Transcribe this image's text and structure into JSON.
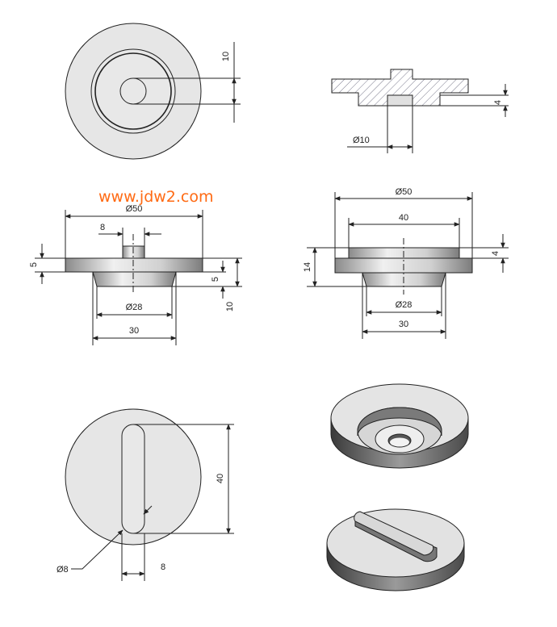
{
  "watermark": "www.jdw2.com",
  "colors": {
    "line": "#222222",
    "face": "#e6e6e6",
    "watermark": "#ff6a13",
    "hatch": "#7a7a8c"
  },
  "view_top_left": {
    "dim_height": "10"
  },
  "view_section": {
    "dim_right": "4",
    "dim_bottom": "Ø10"
  },
  "view_front_left": {
    "dim_top_dia": "Ø50",
    "dim_top_width": "8",
    "dim_left_height": "5",
    "dim_right_upper": "5",
    "dim_right_lower": "10",
    "dim_bottom_dia": "Ø28",
    "dim_bottom_width": "30"
  },
  "view_front_right": {
    "dim_top_dia": "Ø50",
    "dim_top_width": "40",
    "dim_right_height": "4",
    "dim_left_height": "14",
    "dim_bottom_dia": "Ø28",
    "dim_bottom_width": "30"
  },
  "view_bottom_left": {
    "dim_height": "40",
    "dim_dia": "Ø8",
    "dim_width": "8"
  },
  "views": [
    "top-view-upper-left",
    "section-view-upper-right",
    "front-view-mid-left",
    "front-view-mid-right",
    "top-view-lower-left",
    "iso-view-upper",
    "iso-view-lower"
  ]
}
